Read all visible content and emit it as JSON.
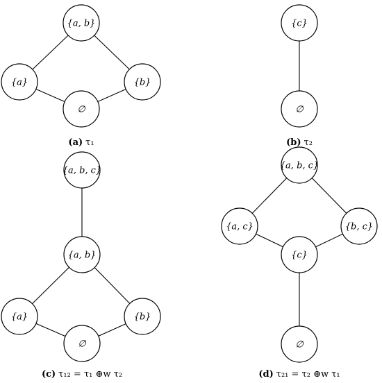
{
  "panels": [
    {
      "id": "a",
      "caption": {
        "letter": "(a)",
        "text": "τ₁"
      },
      "nodes": [
        {
          "id": "ab",
          "label": "{a, b}"
        },
        {
          "id": "a",
          "label": "{a}"
        },
        {
          "id": "b",
          "label": "{b}"
        },
        {
          "id": "e",
          "label": "∅"
        }
      ],
      "edges": [
        [
          "ab",
          "a"
        ],
        [
          "ab",
          "b"
        ],
        [
          "a",
          "e"
        ],
        [
          "b",
          "e"
        ]
      ]
    },
    {
      "id": "b",
      "caption": {
        "letter": "(b)",
        "text": "τ₂"
      },
      "nodes": [
        {
          "id": "c",
          "label": "{c}"
        },
        {
          "id": "e",
          "label": "∅"
        }
      ],
      "edges": [
        [
          "c",
          "e"
        ]
      ]
    },
    {
      "id": "c",
      "caption": {
        "letter": "(c)",
        "text": "τ₁₂ = τ₁ ⊕w τ₂"
      },
      "nodes": [
        {
          "id": "abc",
          "label": "{a, b, c}"
        },
        {
          "id": "ab",
          "label": "{a, b}"
        },
        {
          "id": "a",
          "label": "{a}"
        },
        {
          "id": "b",
          "label": "{b}"
        },
        {
          "id": "e",
          "label": "∅"
        }
      ],
      "edges": [
        [
          "abc",
          "ab"
        ],
        [
          "ab",
          "a"
        ],
        [
          "ab",
          "b"
        ],
        [
          "a",
          "e"
        ],
        [
          "b",
          "e"
        ]
      ]
    },
    {
      "id": "d",
      "caption": {
        "letter": "(d)",
        "text": "τ₂₁ = τ₂ ⊕w τ₁"
      },
      "nodes": [
        {
          "id": "abc",
          "label": "{a, b, c}"
        },
        {
          "id": "ac",
          "label": "{a, c}"
        },
        {
          "id": "bc",
          "label": "{b, c}"
        },
        {
          "id": "c",
          "label": "{c}"
        },
        {
          "id": "e",
          "label": "∅"
        }
      ],
      "edges": [
        [
          "abc",
          "ac"
        ],
        [
          "abc",
          "bc"
        ],
        [
          "ac",
          "c"
        ],
        [
          "bc",
          "c"
        ],
        [
          "c",
          "e"
        ]
      ]
    }
  ]
}
